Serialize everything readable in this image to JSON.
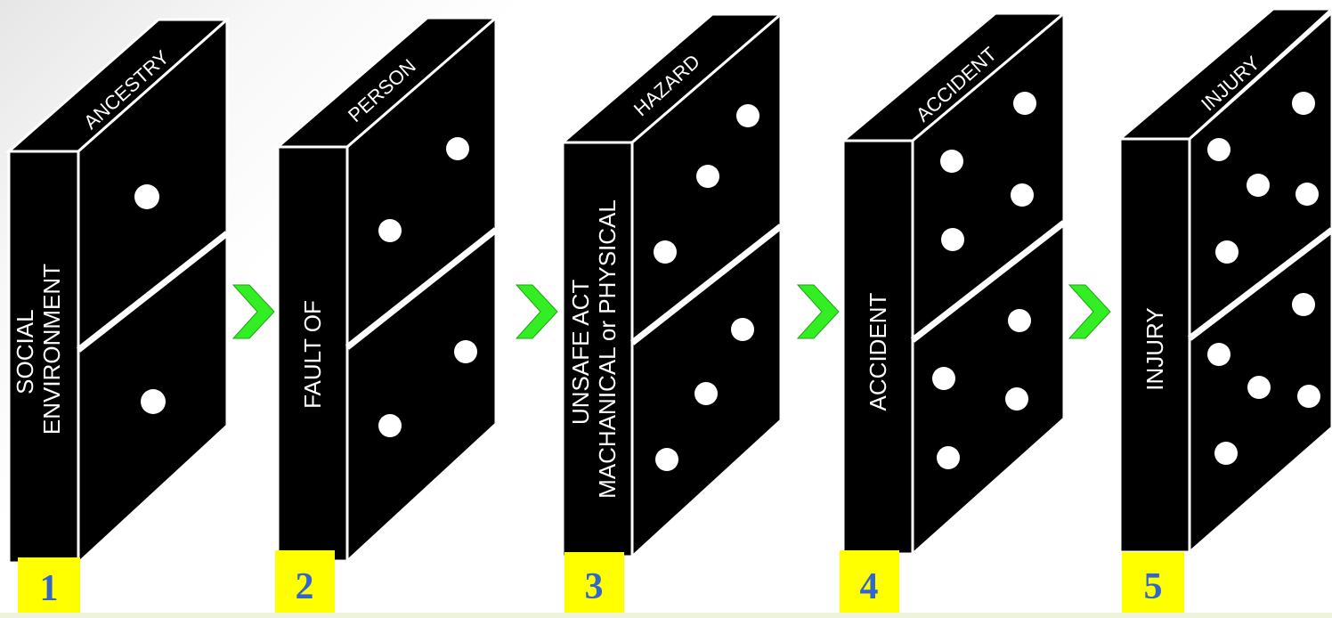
{
  "dominoes": [
    {
      "top_label": "ANCESTRY",
      "side_lines": [
        "SOCIAL",
        "ENVIRONMENT"
      ],
      "number": "1"
    },
    {
      "top_label": "PERSON",
      "side_lines": [
        "FAULT OF"
      ],
      "number": "2"
    },
    {
      "top_label": "HAZARD",
      "side_lines": [
        "UNSAFE ACT",
        "MACHANICAL or PHYSICAL"
      ],
      "number": "3"
    },
    {
      "top_label": "ACCIDENT",
      "side_lines": [
        "ACCIDENT"
      ],
      "number": "4"
    },
    {
      "top_label": "INJURY",
      "side_lines": [
        "INJURY"
      ],
      "number": "5"
    }
  ],
  "colors": {
    "domino": "#000000",
    "edge": "#ffffff",
    "label_text": "#ffffff",
    "pip": "#ffffff",
    "arrow": "#33ee22",
    "number_bg": "#ffff00",
    "number_text": "#3366cc"
  }
}
